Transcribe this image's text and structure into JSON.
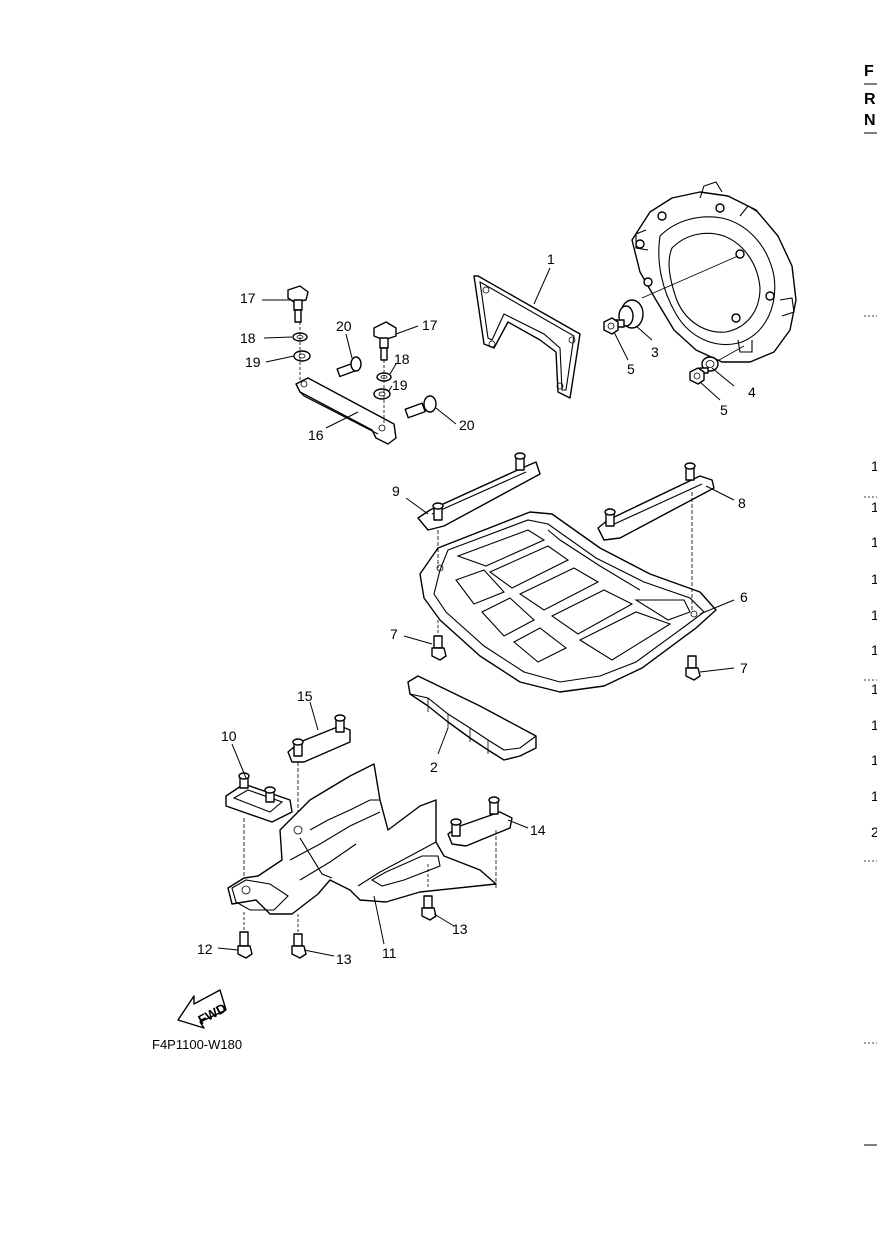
{
  "header_edge": {
    "line1": "F",
    "line2": "R",
    "line3": "N"
  },
  "right_edge_numbers": [
    "1",
    "1",
    "1",
    "1",
    "1",
    "1",
    "1",
    "1",
    "1",
    "1",
    "2"
  ],
  "figure_code": "F4P1100-W180",
  "fwd_label": "FWD",
  "callouts": {
    "c1": "1",
    "c2": "2",
    "c3": "3",
    "c4": "4",
    "c5a": "5",
    "c5b": "5",
    "c6": "6",
    "c7a": "7",
    "c7b": "7",
    "c8": "8",
    "c9": "9",
    "c10": "10",
    "c11": "11",
    "c12": "12",
    "c13a": "13",
    "c13b": "13",
    "c14": "14",
    "c15": "15",
    "c16": "16",
    "c17a": "17",
    "c17b": "17",
    "c18a": "18",
    "c18b": "18",
    "c19a": "19",
    "c19b": "19",
    "c20a": "20",
    "c20b": "20"
  }
}
